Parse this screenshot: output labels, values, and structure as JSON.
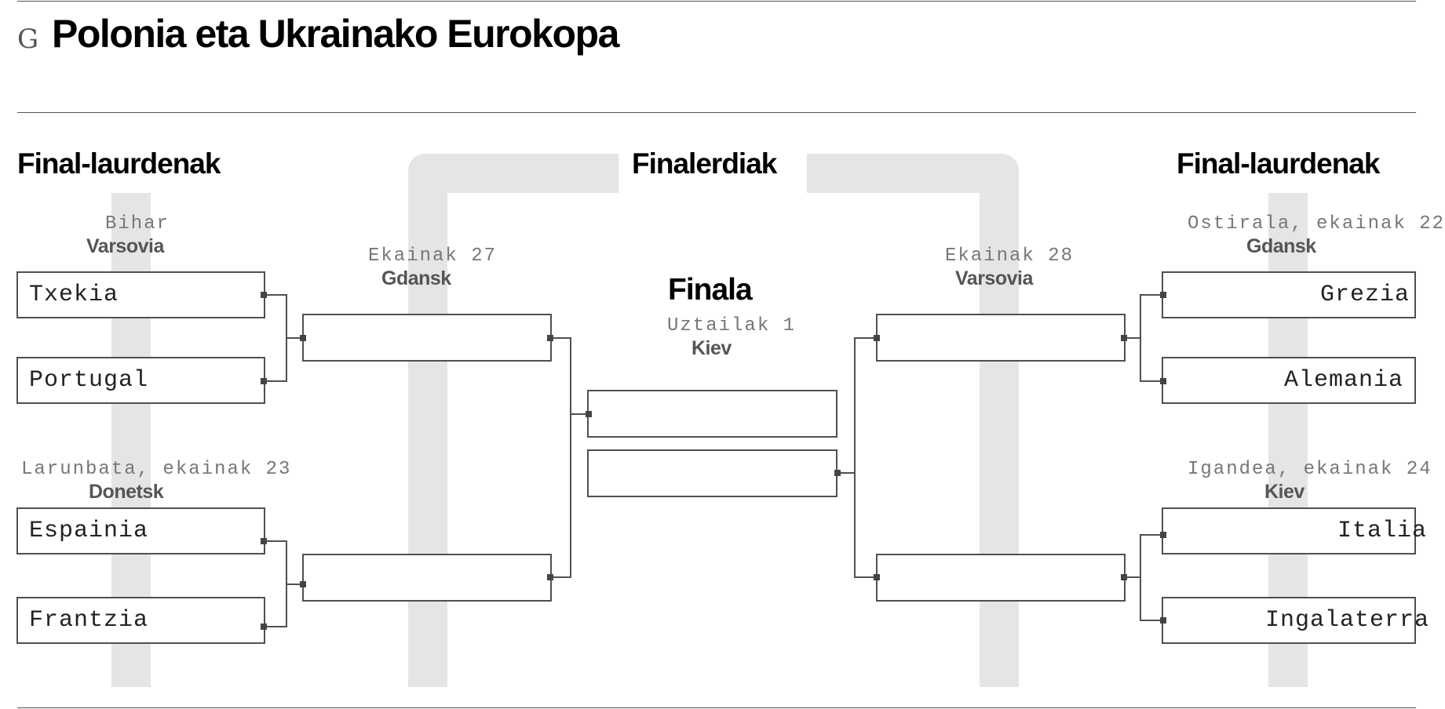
{
  "header": {
    "logo": "G",
    "title": "Polonia eta Ukrainako Eurokopa"
  },
  "rounds": {
    "qf_left": "Final-laurdenak",
    "sf": "Finalerdiak",
    "qf_right": "Final-laurdenak",
    "final": "Finala"
  },
  "matches": {
    "qf1": {
      "date": "Bihar",
      "venue": "Varsovia",
      "team1": "Txekia",
      "team2": "Portugal"
    },
    "qf2": {
      "date": "Larunbata, ekainak 23",
      "venue": "Donetsk",
      "team1": "Espainia",
      "team2": "Frantzia"
    },
    "qf3": {
      "date": "Ostirala, ekainak 22",
      "venue": "Gdansk",
      "team1": "Grezia",
      "team2": "Alemania"
    },
    "qf4": {
      "date": "Igandea, ekainak 24",
      "venue": "Kiev",
      "team1": "Italia",
      "team2": "Ingalaterra"
    },
    "sf1": {
      "date": "Ekainak 27",
      "venue": "Gdansk"
    },
    "sf2": {
      "date": "Ekainak 28",
      "venue": "Varsovia"
    },
    "final": {
      "date": "Uztailak 1",
      "venue": "Kiev"
    }
  },
  "colors": {
    "band": "#e5e5e5",
    "line": "#505050",
    "text": "#000000",
    "muted": "#777777"
  }
}
